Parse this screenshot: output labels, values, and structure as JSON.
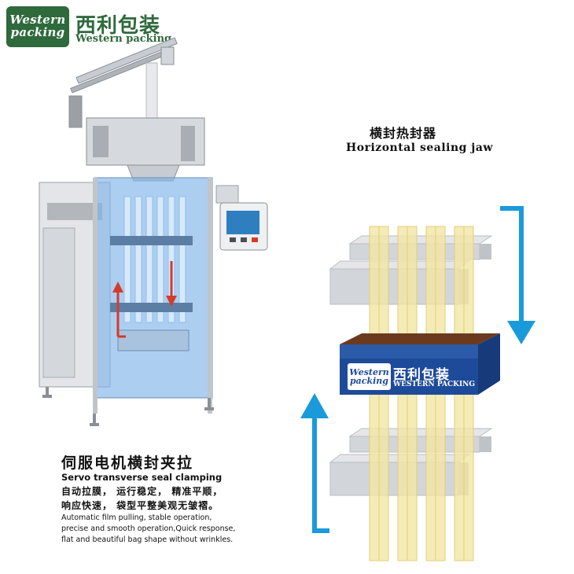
{
  "logo": {
    "line1": "Western",
    "line2": "packing",
    "cn": "西利包装",
    "en": "Western packing"
  },
  "jaw": {
    "title_cn": "横封热封器",
    "title_en": "Horizontal sealing jaw",
    "badge_line1": "Western",
    "badge_line2": "packing",
    "badge_cn": "西利包装",
    "badge_en": "WESTERN PACKING"
  },
  "servo": {
    "title_cn": "伺服电机横封夹拉",
    "title_en": "Servo transverse seal clamping",
    "desc_cn_1": "自动拉膜， 运行稳定， 精准平顺，",
    "desc_cn_2": "响应快速， 袋型平整美观无皱褶。",
    "desc_en": "Automatic film pulling, stable operation, precise and smooth operation,Quick response, flat and beautiful bag shape without wrinkles."
  },
  "colors": {
    "brand_green": "#2e6a3c",
    "arrow_blue": "#1a9ad9",
    "jaw_navy": "#1e4a9a",
    "film_yellow": "#f3e6a4",
    "machine_blue": "#7fb3e8"
  }
}
